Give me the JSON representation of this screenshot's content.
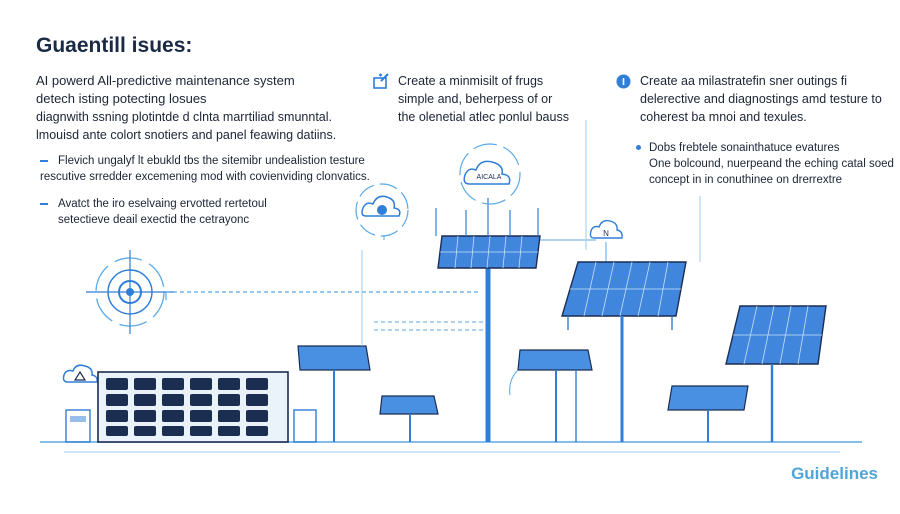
{
  "title": "Guaentill isues:",
  "col1": {
    "lines": [
      "AI powerd All-predictive maintenance system",
      "detech isting potecting losues",
      "diagnwith ssning plotintde d clnta marrtiliad smunntal.",
      "lmouisd ante colort snotiers and panel feawing datiins."
    ],
    "bullets": [
      [
        "Flevich ungalyf lt ebukld tbs the sitemibr undealistion testure",
        "rescutive srredder excemening mod with covienviding clonvatics."
      ],
      [
        "Avatct the iro eselvaing ervotted rertetoul",
        "setectieve deail exectid the cetrayonc"
      ]
    ]
  },
  "col2": {
    "lines": [
      "Create a minmisilt of frugs",
      "simple and, beherpess of or",
      "the olenetial atlec ponlul bauss"
    ]
  },
  "col3": {
    "lines": [
      "Create aa milastratefin sner outings fi",
      "delerective and diagnostings amd testure to",
      "coherest ba mnoi and texules."
    ],
    "bullet": [
      "Dobs frebtele sonainthatuce evatures",
      "One bolcound, nuerpeand the eching catal soed",
      "concept in in conuthinee on drerrextre"
    ]
  },
  "cloud_tag": "AICALA",
  "footer": "Guidelines",
  "colors": {
    "accent": "#2f7ed8",
    "line": "#5aa9e6",
    "dark": "#1c2d52",
    "footer": "#4fa4d8"
  }
}
